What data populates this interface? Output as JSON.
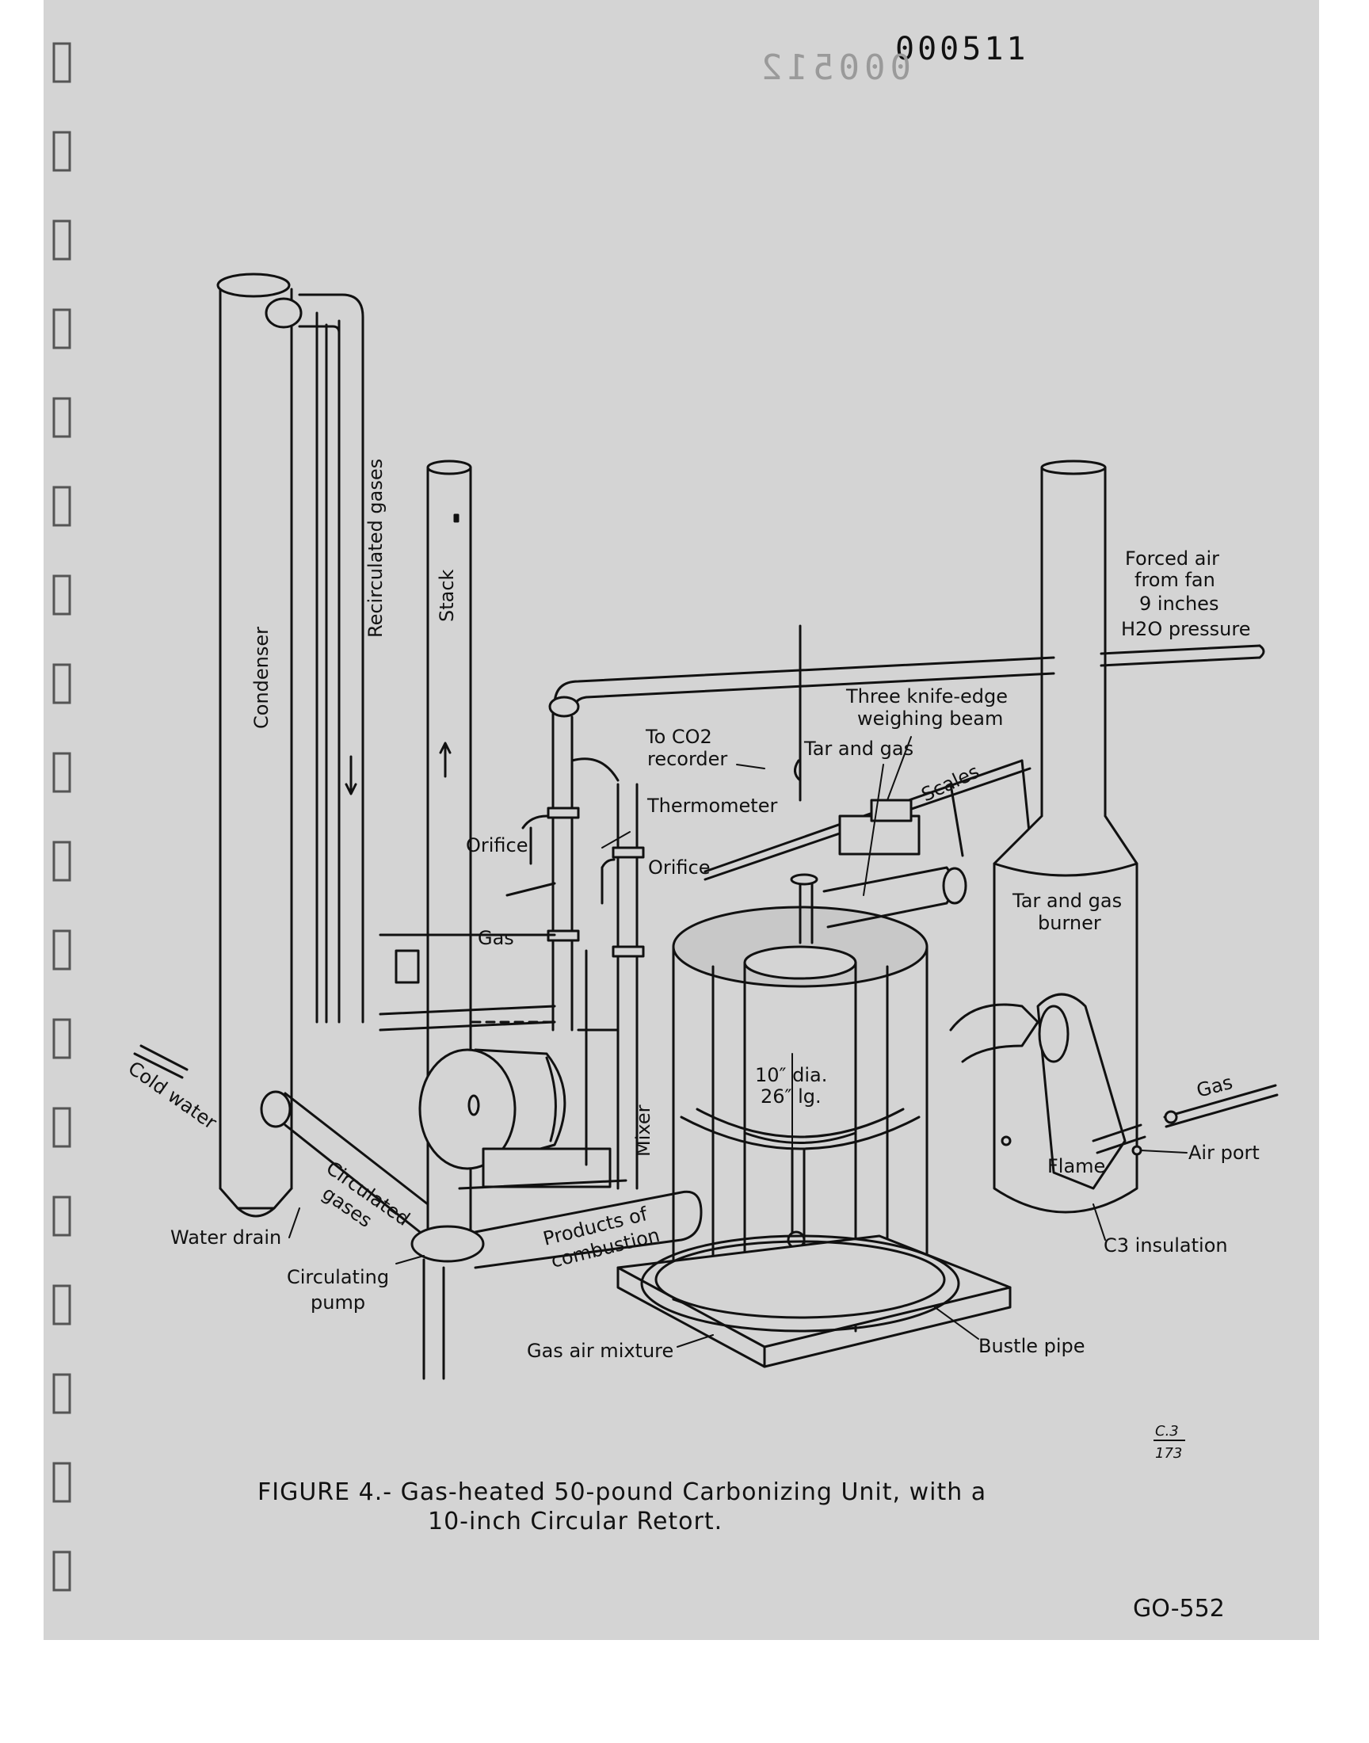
{
  "header": {
    "document_number": "000511",
    "mirrored_number": "000512"
  },
  "labels": {
    "condenser": "Condenser",
    "recirculated_gases": "Recirculated gases",
    "stack": "Stack",
    "forced_air": [
      "Forced air",
      "from fan",
      "9 inches",
      "H2O pressure"
    ],
    "knife_edge": [
      "Three knife-edge",
      "weighing beam"
    ],
    "co2_recorder": [
      "To CO2",
      "recorder"
    ],
    "tar_and_gas": "Tar and gas",
    "scales": "Scales",
    "thermometer": "Thermometer",
    "orifice_left": "Orifice",
    "orifice_right": "Orifice",
    "gas_left": "Gas",
    "tar_gas_burner": [
      "Tar and gas",
      "burner"
    ],
    "retort_size": [
      "10″ dia.",
      "26″ lg."
    ],
    "gas_right": "Gas",
    "air_port": "Air port",
    "flame": "Flame",
    "cold_water": "Cold water",
    "mixer": "Mixer",
    "circulated_gases": [
      "Circulated",
      "gases"
    ],
    "water_drain": "Water drain",
    "products_of_combustion": [
      "Products of",
      "combustion"
    ],
    "circulating_pump": [
      "Circulating",
      "pump"
    ],
    "c3_insulation": "C3 insulation",
    "gas_air_mixture": "Gas air mixture",
    "bustle_pipe": "Bustle pipe"
  },
  "margin_note": [
    "C.3",
    "173"
  ],
  "caption": [
    "FIGURE 4.- Gas-heated 50-pound Carbonizing Unit, with a",
    "10-inch Circular Retort."
  ],
  "footer": {
    "code": "GO-552"
  },
  "colors": {
    "paper": "#d4d4d4",
    "ink": "#111111",
    "background": "#ffffff"
  }
}
